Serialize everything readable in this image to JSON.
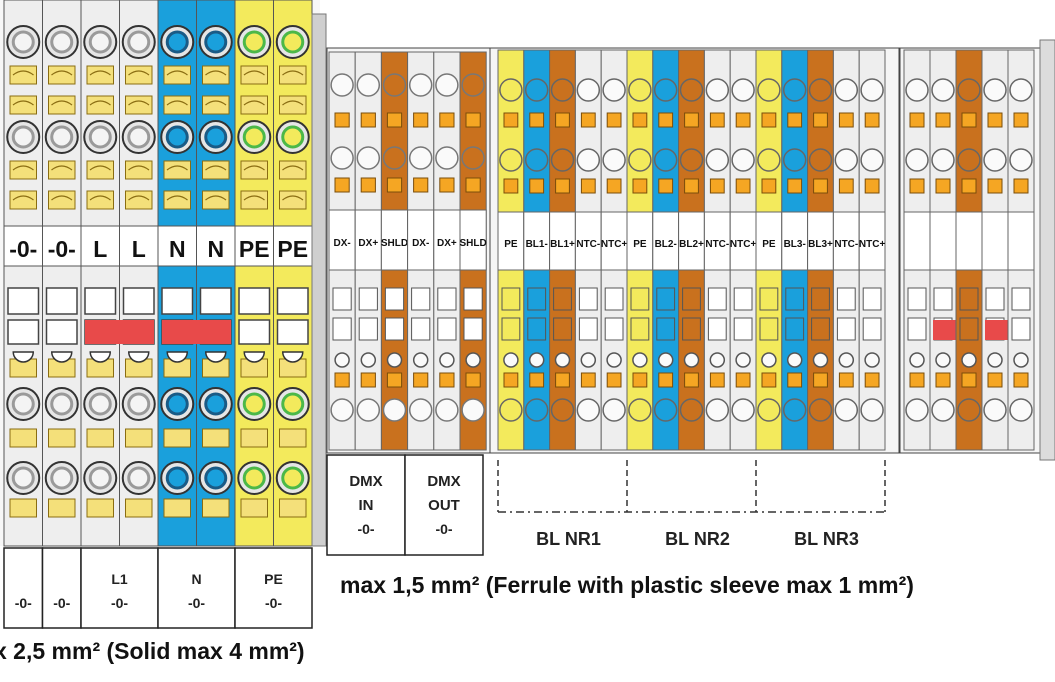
{
  "colors": {
    "grey": "#eeeeee",
    "blue": "#1aa0dc",
    "yellow": "#f3ea5c",
    "brown": "#c9711e",
    "orange": "#f5a623",
    "red": "#e84a4a",
    "green": "#4cb848"
  },
  "left_block": {
    "terminals": [
      {
        "label": "-0-",
        "color": "grey",
        "red_bar": false
      },
      {
        "label": "-0-",
        "color": "grey",
        "red_bar": false
      },
      {
        "label": "L",
        "color": "grey",
        "red_bar": true
      },
      {
        "label": "L",
        "color": "grey",
        "red_bar": true
      },
      {
        "label": "N",
        "color": "blue",
        "red_bar": true
      },
      {
        "label": "N",
        "color": "blue",
        "red_bar": true
      },
      {
        "label": "PE",
        "color": "yellow",
        "red_bar": false
      },
      {
        "label": "PE",
        "color": "yellow",
        "red_bar": false
      }
    ],
    "groups": [
      {
        "line1": "",
        "line2": "-0-",
        "span": 1
      },
      {
        "line1": "",
        "line2": "-0-",
        "span": 1
      },
      {
        "line1": "L1",
        "line2": "-0-",
        "span": 2
      },
      {
        "line1": "N",
        "line2": "-0-",
        "span": 2
      },
      {
        "line1": "PE",
        "line2": "-0-",
        "span": 2
      }
    ],
    "spec": "x 2,5 mm² (Solid max 4 mm²)"
  },
  "mid_block": {
    "terminals": [
      {
        "label": "DX-",
        "color": "grey"
      },
      {
        "label": "DX+",
        "color": "grey"
      },
      {
        "label": "SHLD",
        "color": "brown"
      },
      {
        "label": "DX-",
        "color": "grey"
      },
      {
        "label": "DX+",
        "color": "grey"
      },
      {
        "label": "SHLD",
        "color": "brown"
      }
    ],
    "groups": [
      {
        "line1": "DMX",
        "line2": "IN",
        "line3": "-0-"
      },
      {
        "line1": "DMX",
        "line2": "OUT",
        "line3": "-0-"
      }
    ]
  },
  "right_block": {
    "terminals": [
      {
        "label": "PE",
        "color": "yellow"
      },
      {
        "label": "BL1-",
        "color": "blue"
      },
      {
        "label": "BL1+",
        "color": "brown"
      },
      {
        "label": "NTC-",
        "color": "grey"
      },
      {
        "label": "NTC+",
        "color": "grey"
      },
      {
        "label": "PE",
        "color": "yellow"
      },
      {
        "label": "BL2-",
        "color": "blue"
      },
      {
        "label": "BL2+",
        "color": "brown"
      },
      {
        "label": "NTC-",
        "color": "grey"
      },
      {
        "label": "NTC+",
        "color": "grey"
      },
      {
        "label": "PE",
        "color": "yellow"
      },
      {
        "label": "BL3-",
        "color": "blue"
      },
      {
        "label": "BL3+",
        "color": "brown"
      },
      {
        "label": "NTC-",
        "color": "grey"
      },
      {
        "label": "NTC+",
        "color": "grey"
      }
    ],
    "groups": [
      "BL NR1",
      "BL NR2",
      "BL NR3"
    ],
    "spec": "max 1,5 mm² (Ferrule with plastic sleeve max 1 mm²)"
  },
  "far_right_block": {
    "terminals": [
      {
        "color": "grey",
        "red_bar": false
      },
      {
        "color": "grey",
        "red_bar": true
      },
      {
        "color": "brown",
        "red_bar": false
      },
      {
        "color": "grey",
        "red_bar": true
      },
      {
        "color": "grey",
        "red_bar": false
      }
    ]
  }
}
